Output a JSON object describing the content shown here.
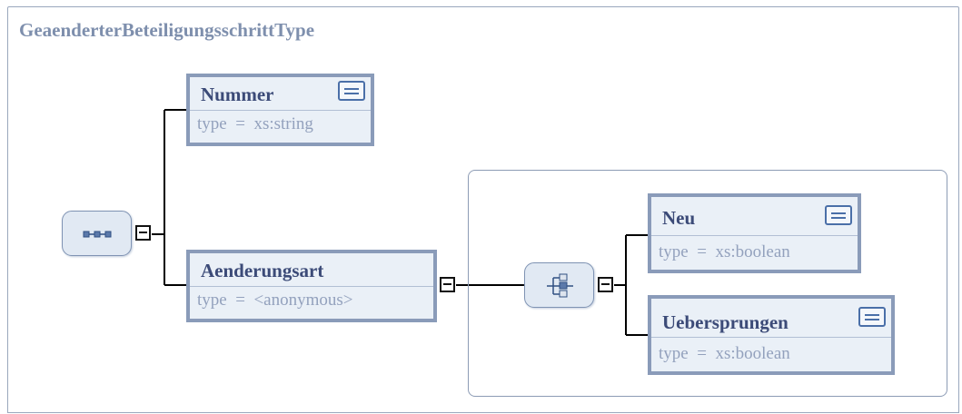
{
  "complex_type": {
    "name": "GeaenderterBeteiligungsschrittType"
  },
  "root_sequence": {
    "kind": "sequence",
    "icon": "sequence-icon"
  },
  "elements": {
    "nummer": {
      "name": "Nummer",
      "type_label": "type",
      "type_sep": "=",
      "type_value": "xs:string"
    },
    "aenderungsart": {
      "name": "Aenderungsart",
      "type_label": "type",
      "type_sep": "=",
      "type_value": "<anonymous>"
    },
    "neu": {
      "name": "Neu",
      "type_label": "type",
      "type_sep": "=",
      "type_value": "xs:boolean"
    },
    "uebersprungen": {
      "name": "Uebersprungen",
      "type_label": "type",
      "type_sep": "=",
      "type_value": "xs:boolean"
    }
  },
  "inner_compositor": {
    "kind": "choice",
    "icon": "choice-icon"
  },
  "colors": {
    "accent": "#3c4b78",
    "border": "#8a9bb9",
    "fill": "#eaf0f7",
    "muted_text": "#93a1bd",
    "title": "#7e8fad"
  }
}
